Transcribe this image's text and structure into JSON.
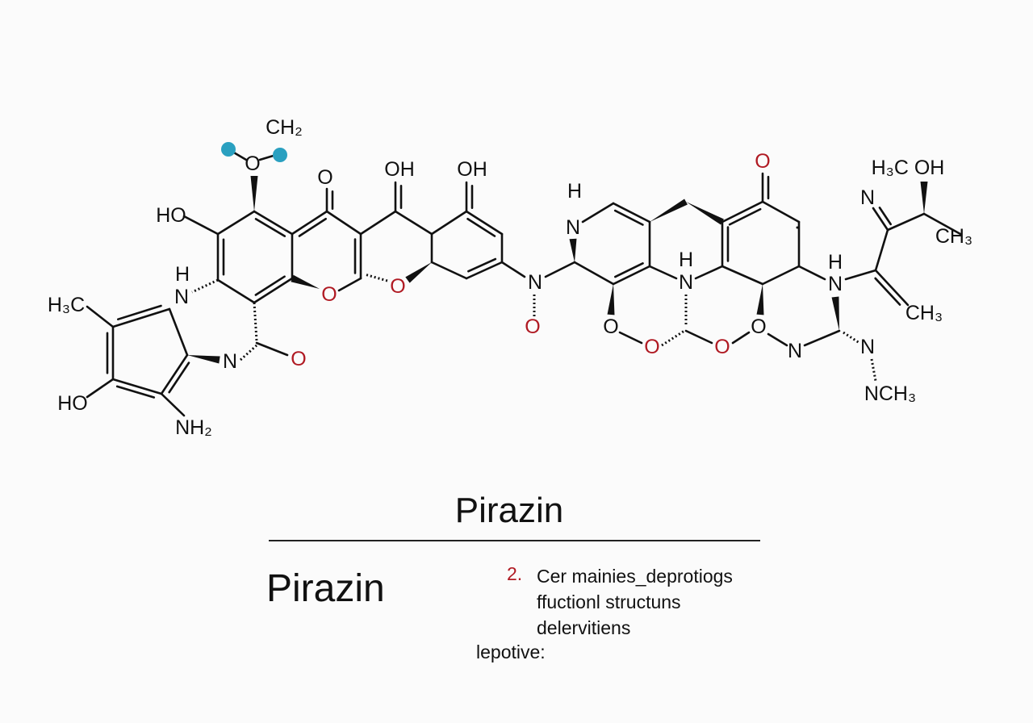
{
  "colors": {
    "heteroatom_red": "#b01a23",
    "highlight_blue": "#2aa0c0",
    "ink": "#111111"
  },
  "atoms": [
    "CH₂",
    "O",
    "HO",
    "O",
    "OH",
    "OH",
    "O",
    "O",
    "H",
    "N",
    "H₃C",
    "HO",
    "NH₂",
    "N",
    "O",
    "N",
    "O",
    "H",
    "N",
    "O",
    "O",
    "H",
    "N",
    "O",
    "O",
    "O",
    "N",
    "H",
    "N",
    "N",
    "NCH₃",
    "H₃C OH",
    "N",
    "CH₃",
    "CH₃"
  ],
  "title": "Pirazin",
  "subtitle": "Pirazin",
  "list_number": "2.",
  "description_lines": [
    "Cer mainies_deprotiogs",
    "ffuctionl structuns",
    "delervitiens"
  ],
  "footer": "lepotive:"
}
